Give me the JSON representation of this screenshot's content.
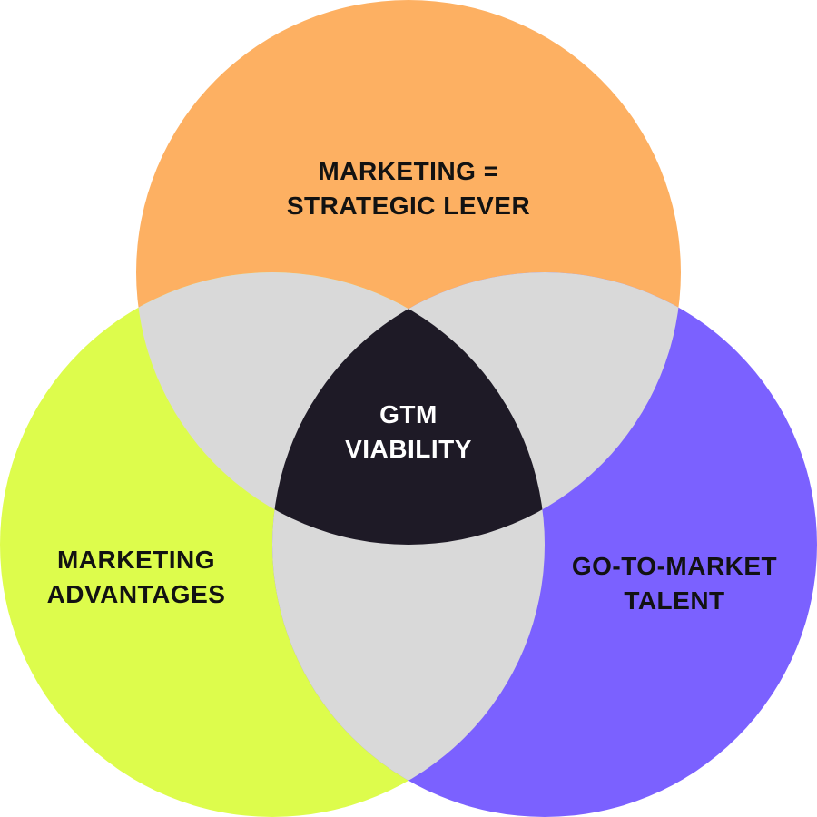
{
  "diagram": {
    "circles": [
      {
        "id": "top",
        "lines": [
          "MARKETING =",
          "STRATEGIC LEVER"
        ],
        "color": "#FDB062"
      },
      {
        "id": "left",
        "lines": [
          "MARKETING",
          "ADVANTAGES"
        ],
        "color": "#DDFC4C"
      },
      {
        "id": "right",
        "lines": [
          "GO-TO-MARKET",
          "TALENT"
        ],
        "color": "#7B61FF"
      }
    ],
    "center": {
      "lines": [
        "GTM",
        "VIABILITY"
      ],
      "color": "#1E1A26"
    },
    "pair_overlap_color": "#D9D9D9"
  }
}
